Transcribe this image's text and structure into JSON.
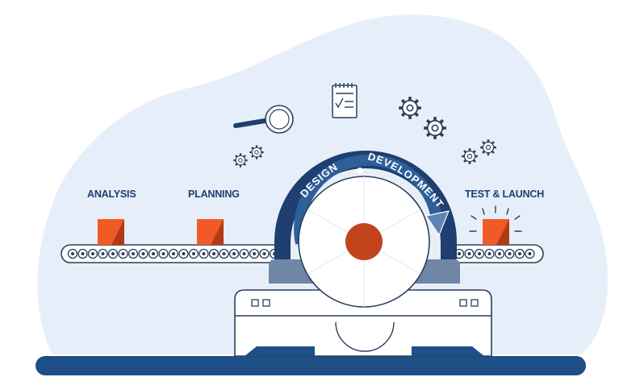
{
  "stages": {
    "analysis": "ANALYSIS",
    "planning": "PLANNING",
    "test_launch": "TEST & LAUNCH"
  },
  "arc": {
    "design": "DESIGN",
    "development": "DEVELOPMENT"
  },
  "colors": {
    "blob": "#e6eff9",
    "navy": "#1e3f6f",
    "mid_blue": "#2f5f98",
    "box_orange": "#f15a24",
    "box_dark": "#b43a17",
    "hub": "#c0441c",
    "housing": "#6f86a6",
    "outline": "#2b3f5c"
  },
  "icons": [
    "magnifier-icon",
    "checklist-icon",
    "gears-icon"
  ]
}
